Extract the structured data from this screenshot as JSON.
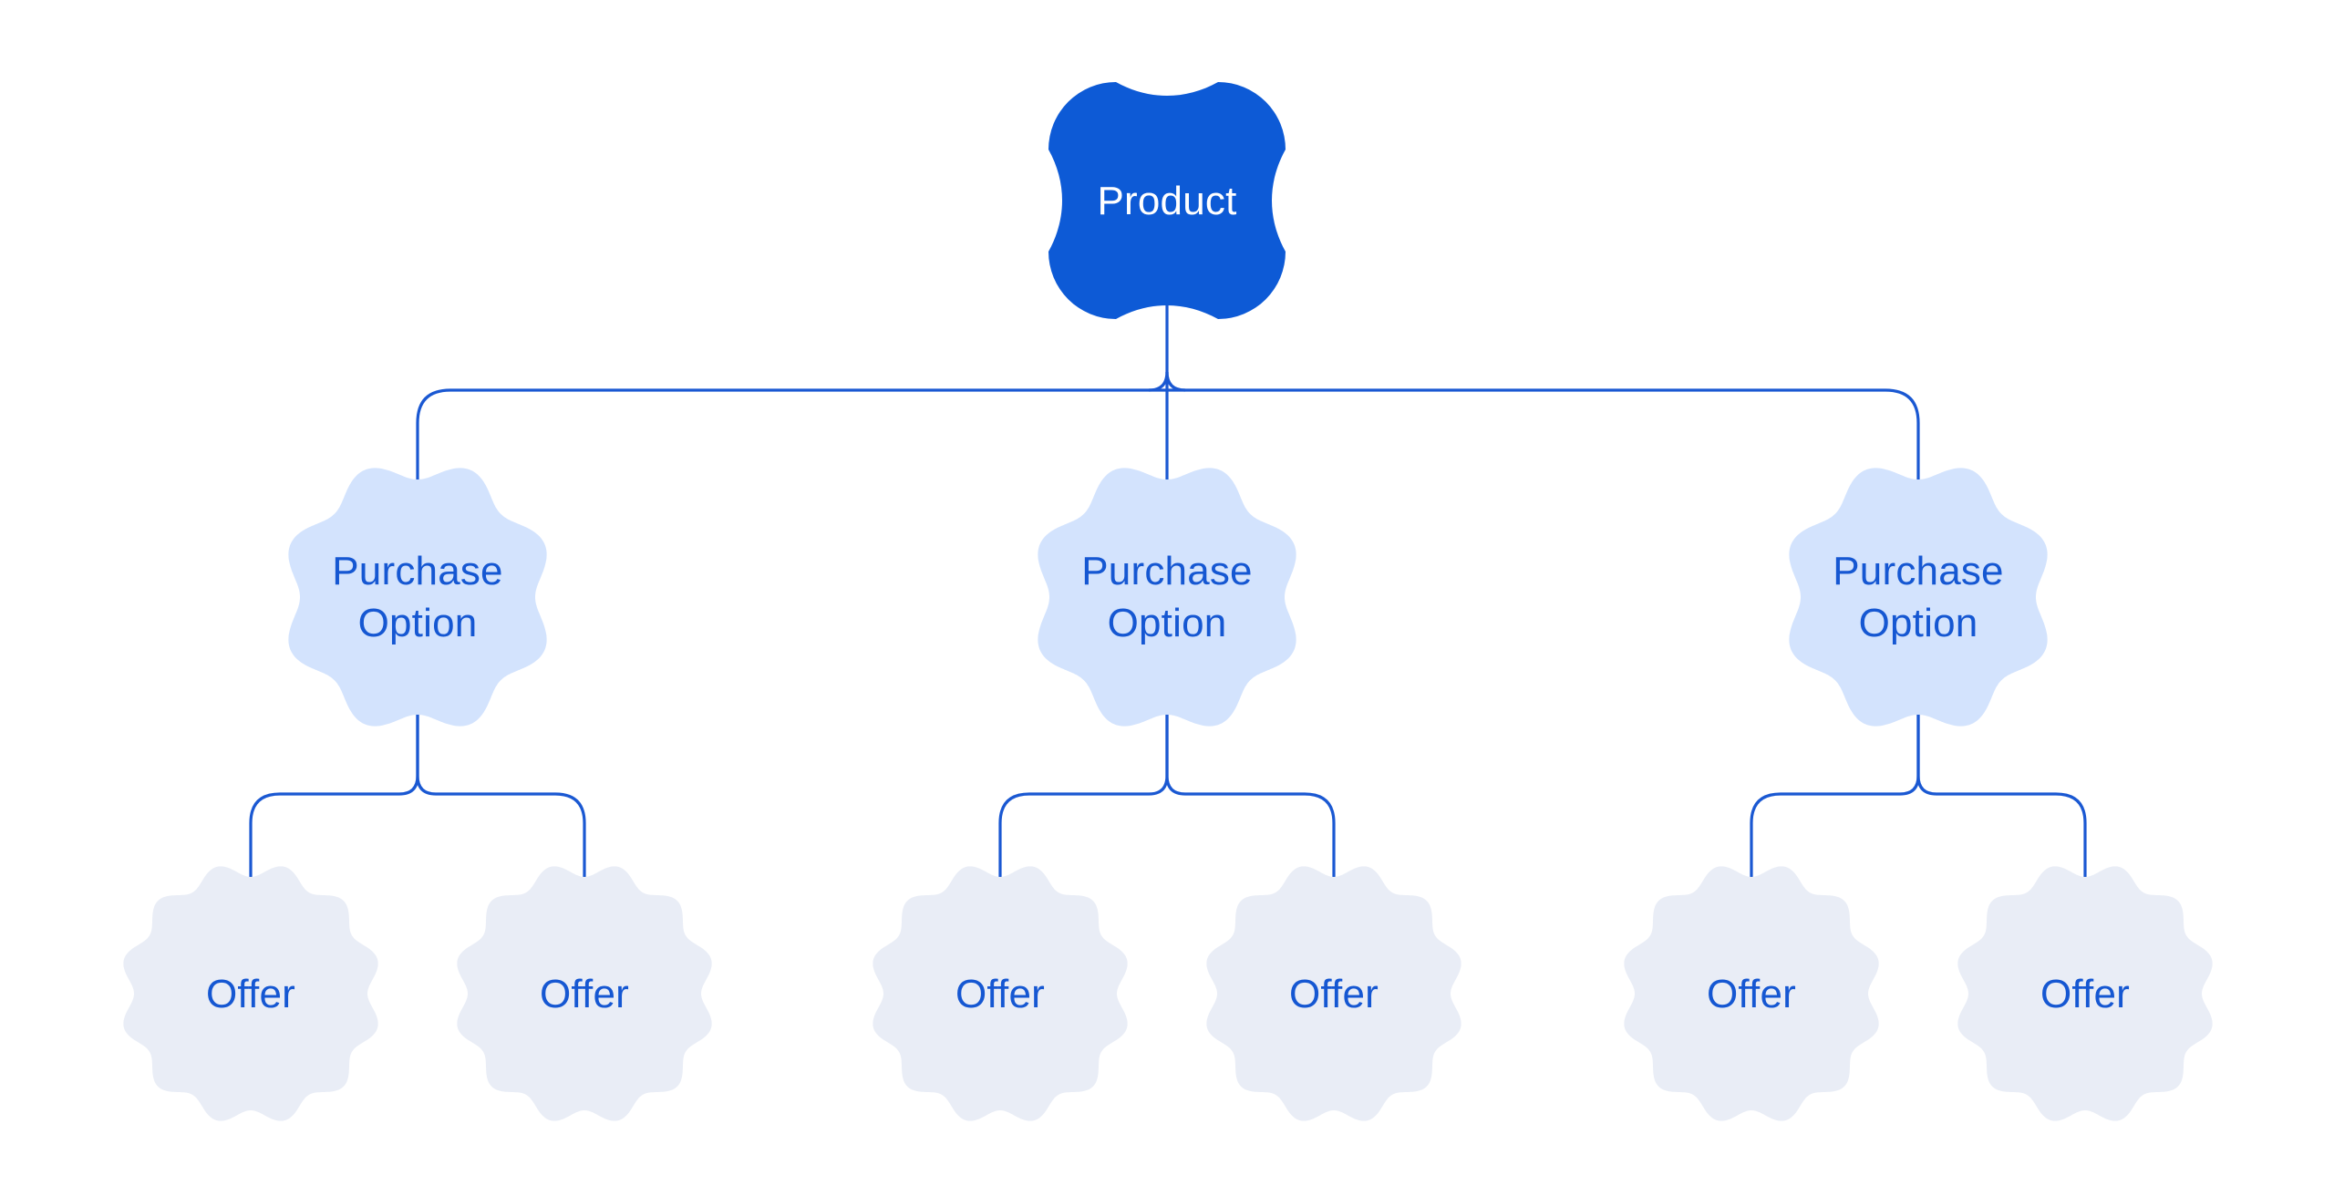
{
  "diagram": {
    "root": {
      "label": "Product"
    },
    "purchase_options": [
      {
        "label": "Purchase Option",
        "offers": [
          {
            "label": "Offer"
          },
          {
            "label": "Offer"
          }
        ]
      },
      {
        "label": "Purchase Option",
        "offers": [
          {
            "label": "Offer"
          },
          {
            "label": "Offer"
          }
        ]
      },
      {
        "label": "Purchase Option",
        "offers": [
          {
            "label": "Offer"
          },
          {
            "label": "Offer"
          }
        ]
      }
    ],
    "colors": {
      "product_fill": "#0d5ad6",
      "product_text": "#ffffff",
      "purchase_option_fill": "#d3e3fd",
      "purchase_option_text": "#1557d2",
      "offer_fill": "#e9edf6",
      "offer_text": "#1557d2",
      "connector": "#1a58d2"
    }
  }
}
